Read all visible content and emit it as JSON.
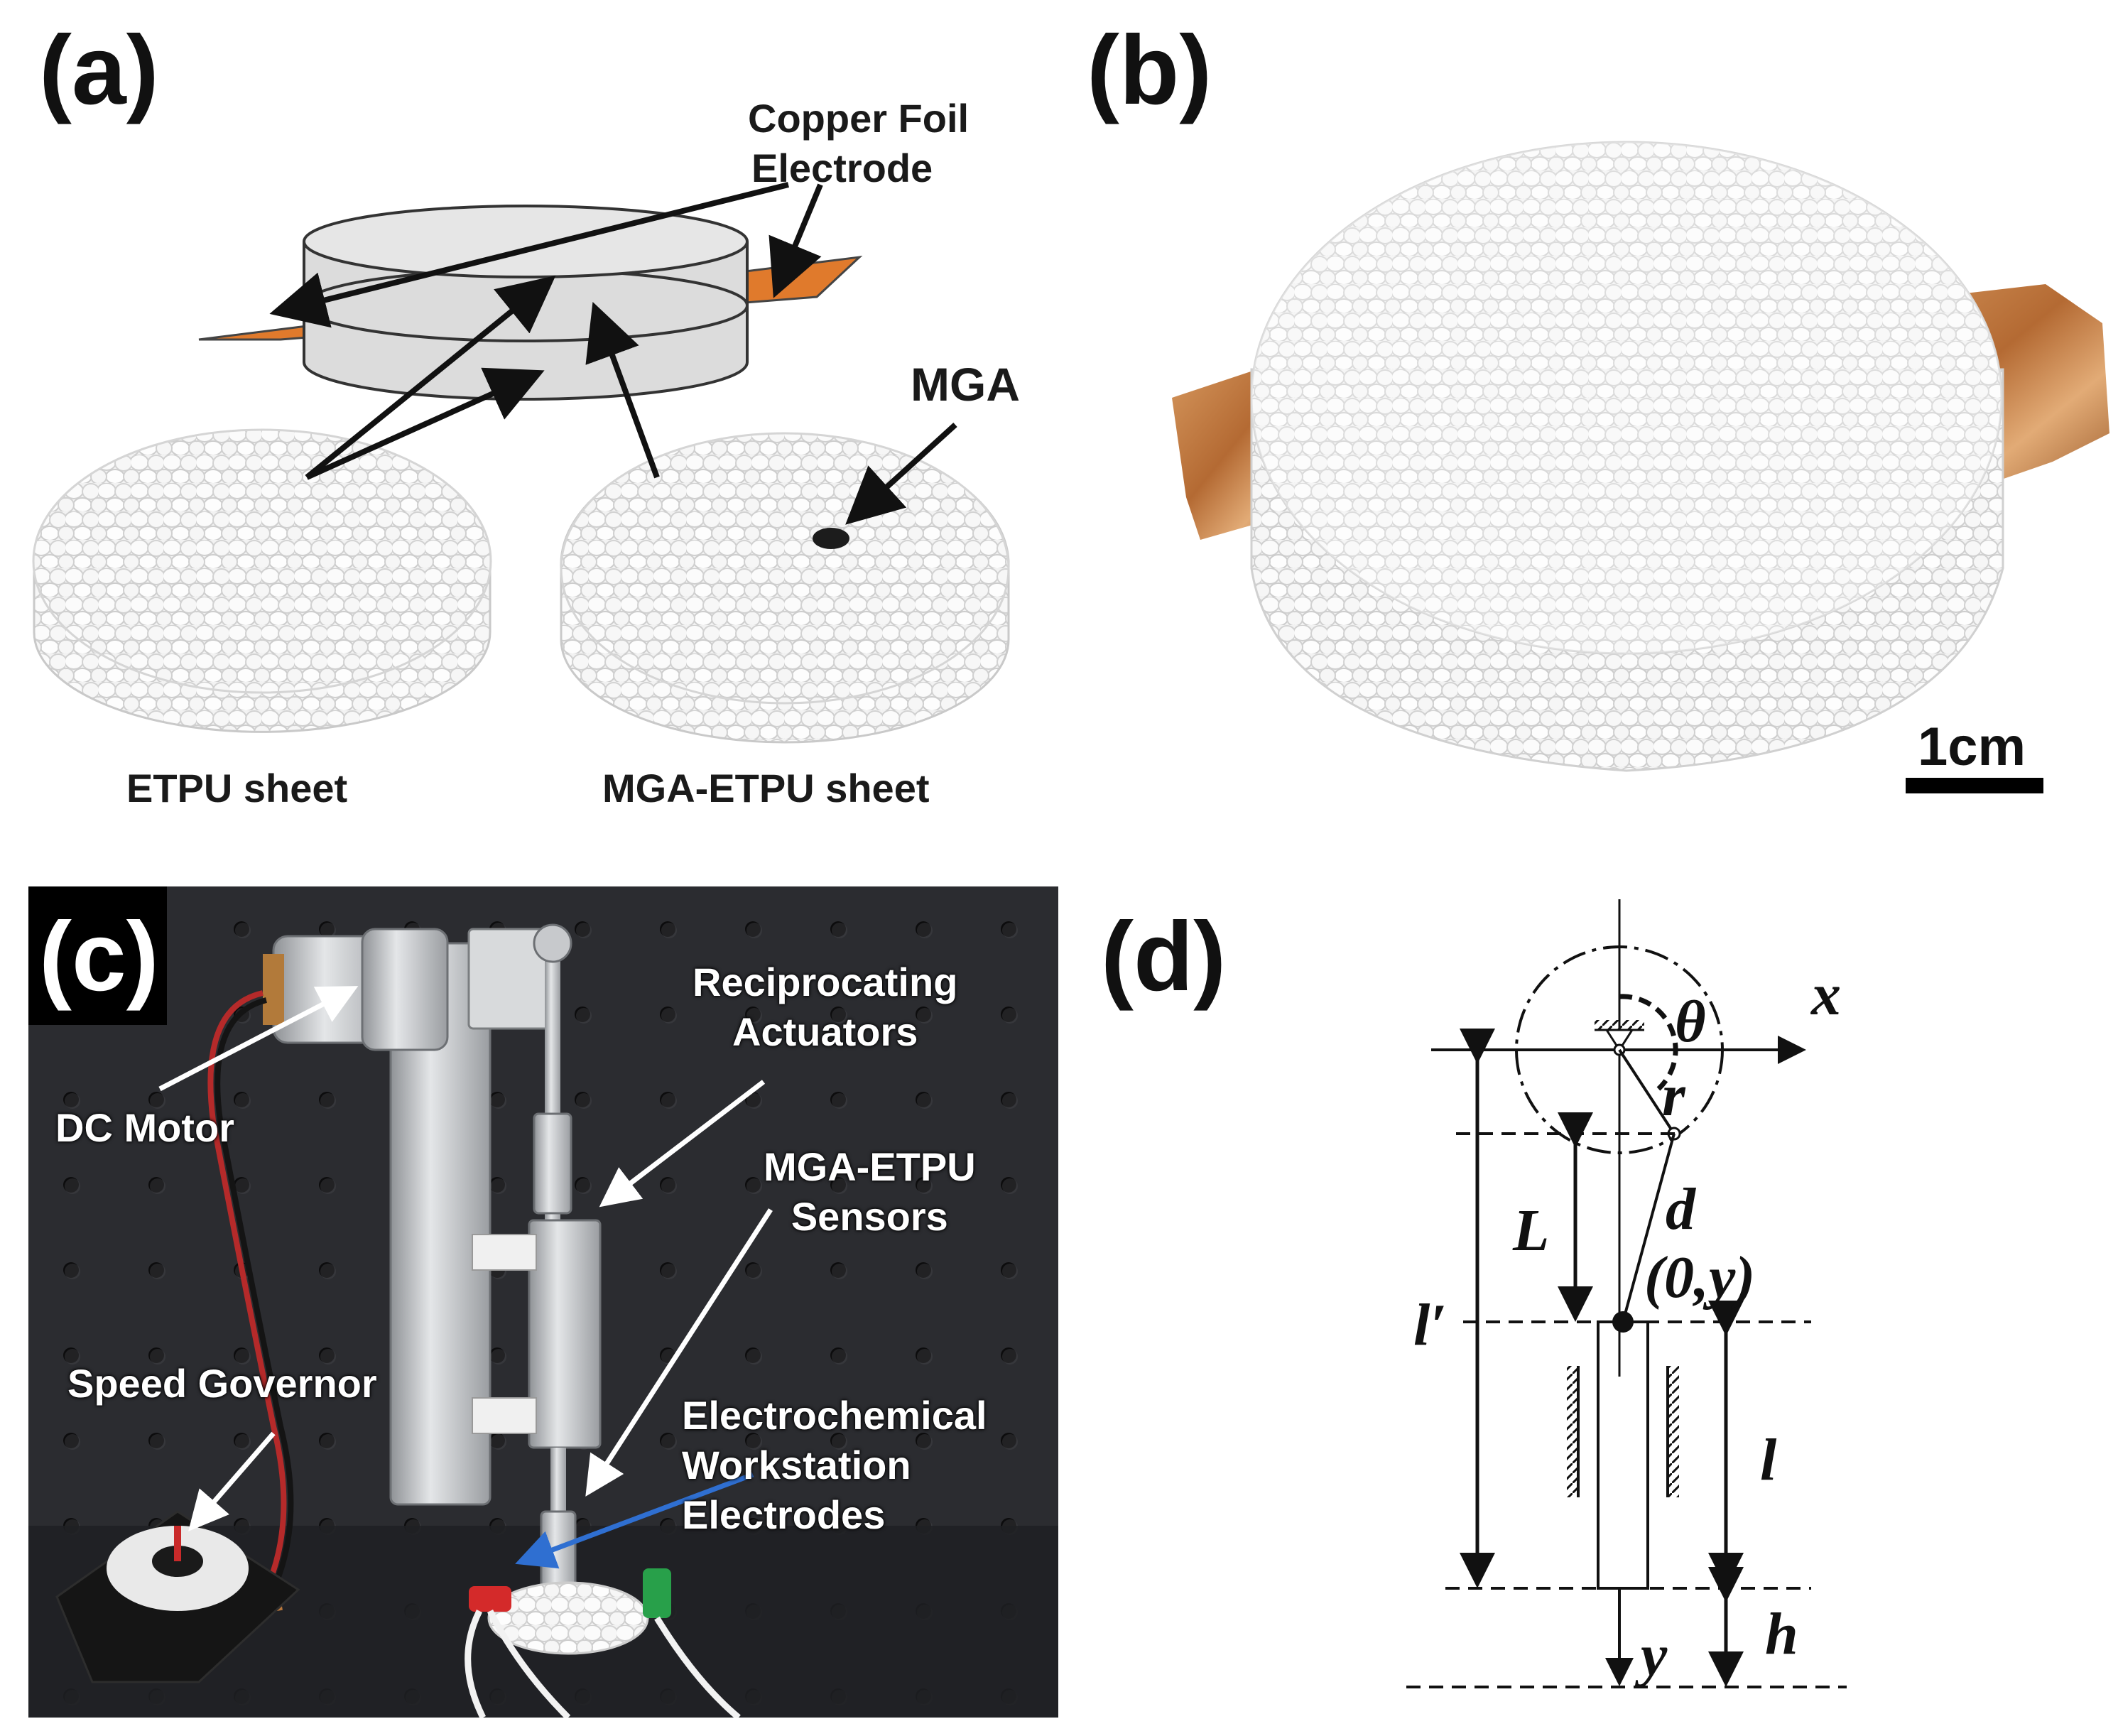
{
  "panels": {
    "a": {
      "label": "(a)",
      "copper_label_line1": "Copper Foil",
      "copper_label_line2": "Electrode",
      "mga_label": "MGA",
      "etpu_sheet_label": "ETPU sheet",
      "mga_etpu_sheet_label": "MGA-ETPU sheet"
    },
    "b": {
      "label": "(b)",
      "scale_bar_text": "1cm"
    },
    "c": {
      "label": "(c)",
      "dc_motor": "DC Motor",
      "actuators_line1": "Reciprocating",
      "actuators_line2": "Actuators",
      "sensors_line1": "MGA-ETPU",
      "sensors_line2": "Sensors",
      "speed_governor": "Speed Governor",
      "electrodes_line1": "Electrochemical",
      "electrodes_line2": "Workstation",
      "electrodes_line3": "Electrodes"
    },
    "d": {
      "label": "(d)",
      "symbols": {
        "x": "x",
        "theta": "θ",
        "r": "r",
        "d": "d",
        "L": "L",
        "point": "(0,y)",
        "l_prime": "l′",
        "l": "l",
        "h": "h",
        "y": "y"
      }
    }
  },
  "colors": {
    "copper": "#e07a2c",
    "copper_foil_photo": "#c8844a",
    "foam": "#f4f4f4",
    "pegboard": "#2a2b2e",
    "arrow_blue": "#2f6fd1"
  }
}
